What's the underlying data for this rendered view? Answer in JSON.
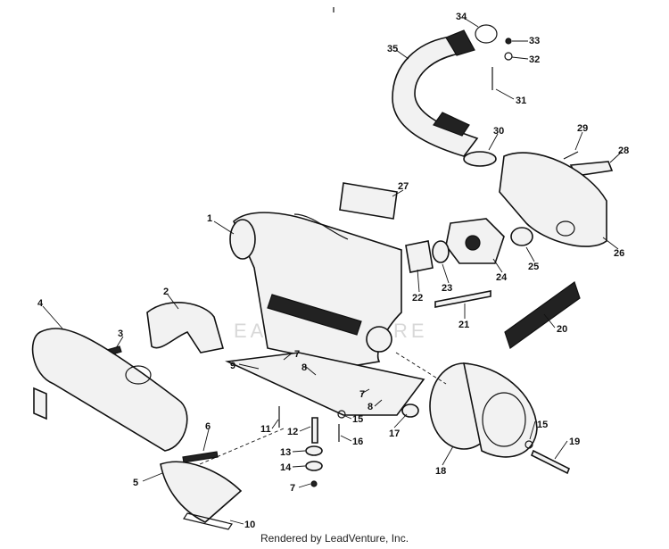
{
  "diagram": {
    "callouts": [
      "1",
      "2",
      "3",
      "4",
      "5",
      "6",
      "7",
      "7",
      "7",
      "8",
      "8",
      "9",
      "10",
      "11",
      "12",
      "13",
      "14",
      "15",
      "15",
      "16",
      "17",
      "18",
      "19",
      "20",
      "21",
      "22",
      "23",
      "24",
      "25",
      "26",
      "27",
      "28",
      "29",
      "30",
      "31",
      "32",
      "33",
      "34",
      "35"
    ]
  },
  "watermark": "EASY VENTURE",
  "footer": {
    "credit": "Rendered by LeadVenture, Inc."
  }
}
